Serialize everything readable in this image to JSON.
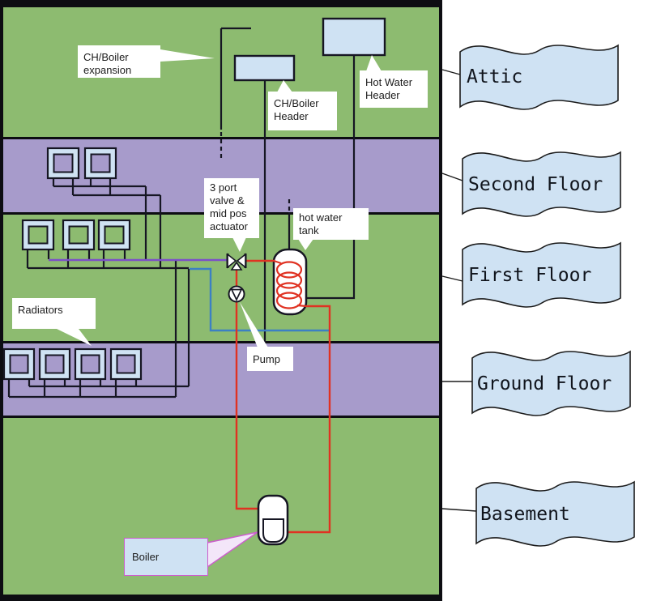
{
  "diagram": {
    "type": "central-heating-system-schematic",
    "floors": [
      {
        "label": "Attic"
      },
      {
        "label": "Second Floor"
      },
      {
        "label": "First Floor"
      },
      {
        "label": "Ground Floor"
      },
      {
        "label": "Basement"
      }
    ],
    "callouts": {
      "expansion": "CH/Boiler\nexpansion",
      "ch_header": "CH/Boiler\nHeader",
      "hw_header": "Hot Water\nHeader",
      "three_port_valve": "3 port\nvalve &\nmid pos\nactuator",
      "hot_water_tank": "hot water\ntank",
      "radiators": "Radiators",
      "pump": "Pump",
      "boiler": "Boiler"
    },
    "components": {
      "radiator_count_second_floor": 2,
      "radiator_count_first_floor": 3,
      "radiator_count_ground_floor": 4
    },
    "colors": {
      "floor_green": "#8dbb70",
      "floor_purple": "#a79bcb",
      "component_blue": "#cfe2f3",
      "pipe_red": "#e03222",
      "pipe_blue": "#3c80c4",
      "pipe_purple": "#7b50c8",
      "callout_magenta": "#cc5ecc",
      "line_dark": "#161623"
    }
  }
}
